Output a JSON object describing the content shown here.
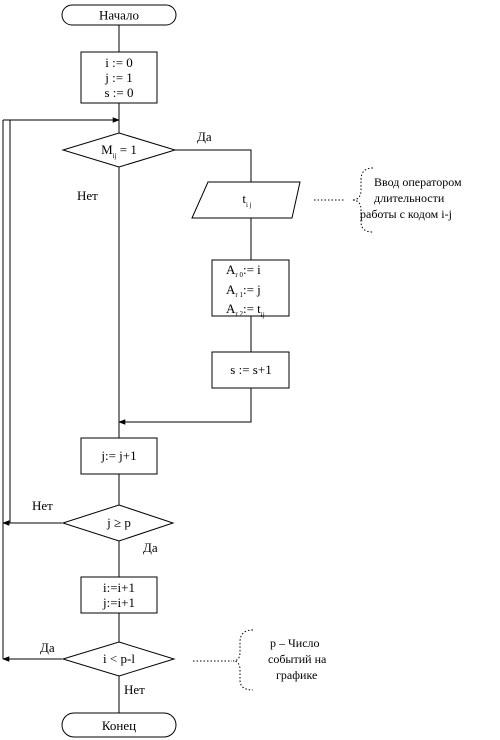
{
  "start": "Начало",
  "end": "Конец",
  "init": {
    "line1": "i := 0",
    "line2": "j := 1",
    "line3": "s := 0"
  },
  "cond1": {
    "main": "M",
    "sub": "ij",
    "rest": " = 1",
    "yes": "Да",
    "no": "Нет"
  },
  "input": {
    "main": "t",
    "sub": "i j"
  },
  "assign": {
    "line1": {
      "main": "A",
      "sub": "r 0",
      "rest": ":= i"
    },
    "line2": {
      "main": "A",
      "sub": "r 1",
      "rest": ":= j"
    },
    "line3": {
      "main": "A",
      "sub": "r 2",
      "rest": ":= t",
      "sub2": "ij"
    }
  },
  "incs": "s := s+1",
  "incj": "j:= j+1",
  "cond2": {
    "text": "j ≥ p",
    "yes": "Да",
    "no": "Нет"
  },
  "inci": {
    "line1": "i:=i+1",
    "line2": "j:=i+1"
  },
  "cond3": {
    "text": "i < p-l",
    "yes": "Да",
    "no": "Нет"
  },
  "note1": {
    "line1": "Ввод оператором",
    "line2": "длительности",
    "line3": "работы с кодом i-j"
  },
  "note2": {
    "line1": "p – Число",
    "line2": "событий на",
    "line3": "графике"
  }
}
